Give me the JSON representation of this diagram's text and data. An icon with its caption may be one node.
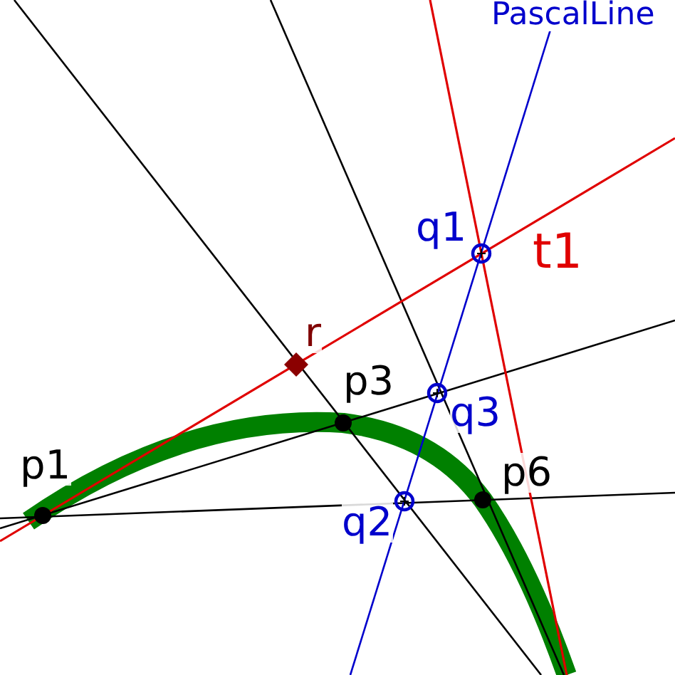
{
  "diagram": {
    "nodes": [
      {
        "text": [
          "q1"
        ]
      },
      {
        "text": [
          "r"
        ]
      },
      {
        "text": [
          "p3"
        ]
      },
      {
        "text": [
          "q3"
        ]
      },
      {
        "text": [
          "p1"
        ]
      },
      {
        "text": [
          "p6"
        ]
      },
      {
        "text": [
          "q2"
        ]
      }
    ],
    "labels": [
      "PascalLine",
      "t1"
    ]
  }
}
